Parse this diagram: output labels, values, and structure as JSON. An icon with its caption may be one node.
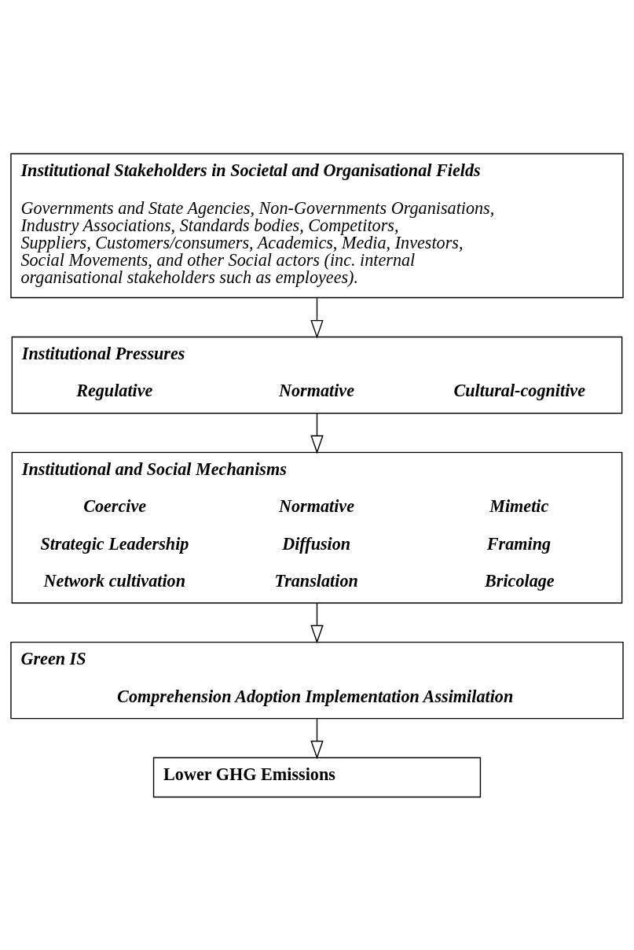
{
  "diagram": {
    "nodes": [
      {
        "text": [
          "Institutional Stakeholders in Societal and Organisational Fields",
          "Governments and State Agencies, Non-Governments Organisations, Industry Associations, Standards bodies, Competitors, Suppliers, Customers/consumers, Academics, Media, Investors, Social Movements, and other Social actors (inc. internal organisational stakeholders such as employees)."
        ]
      },
      {
        "text": [
          "Institutional Pressures",
          "Regulative",
          "Normative",
          "Cultural-cognitive"
        ]
      },
      {
        "text": [
          "Institutional and Social Mechanisms",
          "Coercive",
          "Normative",
          "Mimetic",
          "Strategic Leadership",
          "Diffusion",
          "Framing",
          "Network cultivation",
          "Translation",
          "Bricolage"
        ]
      },
      {
        "text": [
          "Green IS",
          "Comprehension Adoption Implementation Assimilation"
        ]
      },
      {
        "text": [
          "Lower GHG Emissions"
        ]
      }
    ],
    "edges": [
      {
        "from": 0,
        "to": 1,
        "arrow": "to"
      },
      {
        "from": 1,
        "to": 2,
        "arrow": "to"
      },
      {
        "from": 2,
        "to": 3,
        "arrow": "to"
      },
      {
        "from": 3,
        "to": 4,
        "arrow": "to"
      }
    ]
  }
}
